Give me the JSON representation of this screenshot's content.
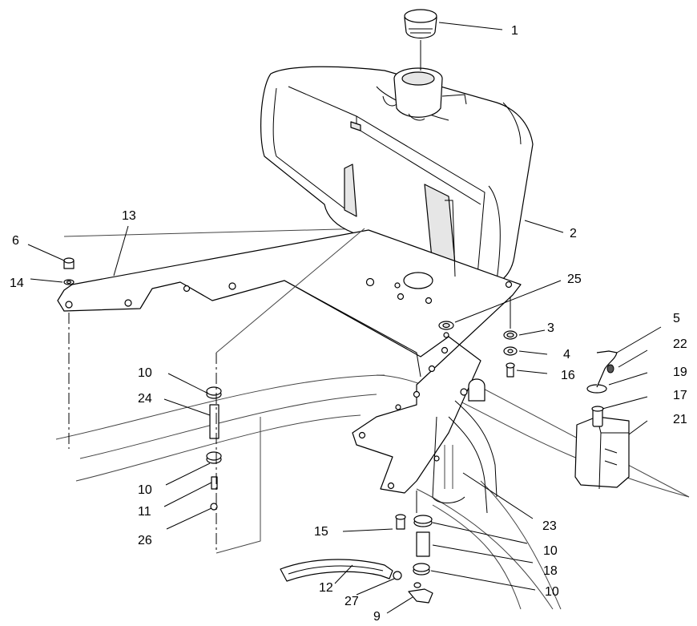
{
  "callouts": [
    {
      "id": "1",
      "label": "1"
    },
    {
      "id": "2",
      "label": "2"
    },
    {
      "id": "3",
      "label": "3"
    },
    {
      "id": "4",
      "label": "4"
    },
    {
      "id": "5",
      "label": "5"
    },
    {
      "id": "6",
      "label": "6"
    },
    {
      "id": "9",
      "label": "9"
    },
    {
      "id": "10a",
      "label": "10"
    },
    {
      "id": "10b",
      "label": "10"
    },
    {
      "id": "10c",
      "label": "10"
    },
    {
      "id": "10d",
      "label": "10"
    },
    {
      "id": "11",
      "label": "11"
    },
    {
      "id": "12",
      "label": "12"
    },
    {
      "id": "13",
      "label": "13"
    },
    {
      "id": "14",
      "label": "14"
    },
    {
      "id": "15",
      "label": "15"
    },
    {
      "id": "16",
      "label": "16"
    },
    {
      "id": "17",
      "label": "17"
    },
    {
      "id": "18",
      "label": "18"
    },
    {
      "id": "19",
      "label": "19"
    },
    {
      "id": "21",
      "label": "21"
    },
    {
      "id": "22",
      "label": "22"
    },
    {
      "id": "23",
      "label": "23"
    },
    {
      "id": "24",
      "label": "24"
    },
    {
      "id": "25",
      "label": "25"
    },
    {
      "id": "26",
      "label": "26"
    },
    {
      "id": "27",
      "label": "27"
    }
  ]
}
